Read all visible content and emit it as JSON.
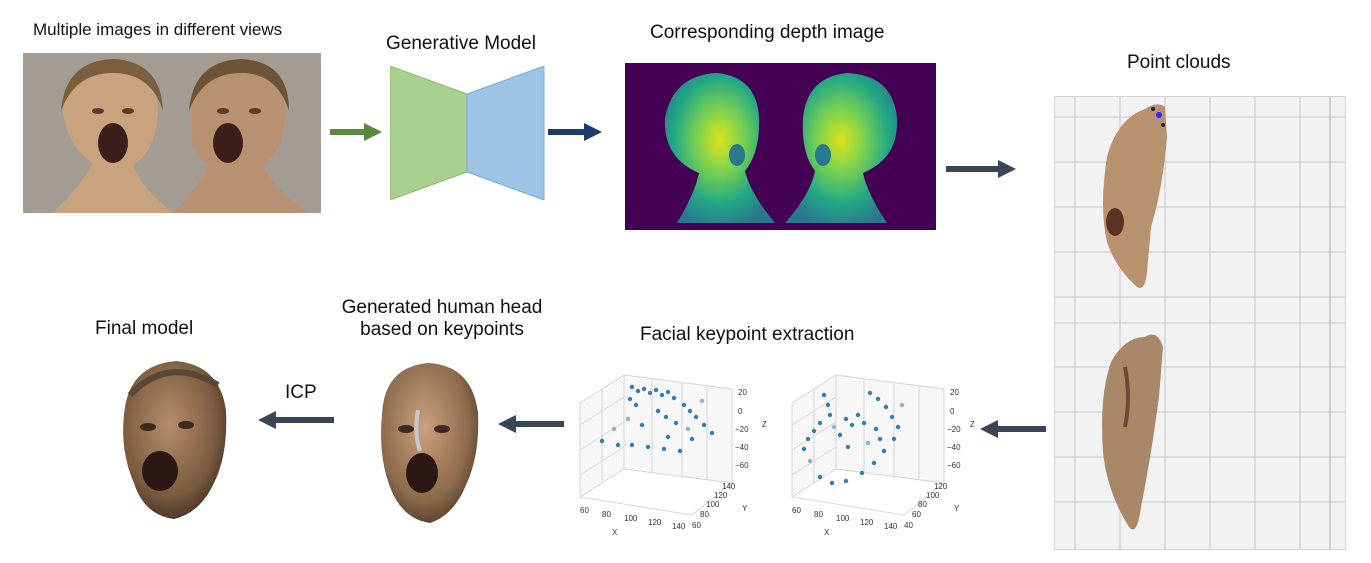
{
  "labels": {
    "input_views": "Multiple images in different views",
    "generative_model": "Generative Model",
    "depth_image": "Corresponding depth image",
    "point_clouds": "Point clouds",
    "final_model": "Final model",
    "generated_head_line1": "Generated human head",
    "generated_head_line2": "based on keypoints",
    "keypoint_extraction": "Facial keypoint extraction",
    "icp": "ICP"
  },
  "plot_left": {
    "z_ticks": [
      "20",
      "0",
      "−20",
      "−40",
      "−60"
    ],
    "z_label": "Z",
    "x_ticks": [
      "60",
      "80",
      "100",
      "120",
      "140"
    ],
    "x_label": "X",
    "y_ticks": [
      "140",
      "120",
      "100",
      "80",
      "60"
    ],
    "y_label": "Y"
  },
  "plot_right": {
    "z_ticks": [
      "20",
      "0",
      "−20",
      "−40",
      "−60"
    ],
    "z_label": "Z",
    "x_ticks": [
      "60",
      "80",
      "100",
      "120",
      "140"
    ],
    "x_label": "X",
    "y_ticks": [
      "120",
      "100",
      "80",
      "60",
      "40"
    ],
    "y_label": "Y"
  },
  "colors": {
    "arrow_green": "#5b8a3c",
    "arrow_navy": "#1f3c6e",
    "arrow_slate": "#3a4556",
    "encoder": "#a9d08e",
    "decoder": "#9dc3e6",
    "depth_bg": "#440154",
    "keypoint": "#2f7fb5"
  }
}
